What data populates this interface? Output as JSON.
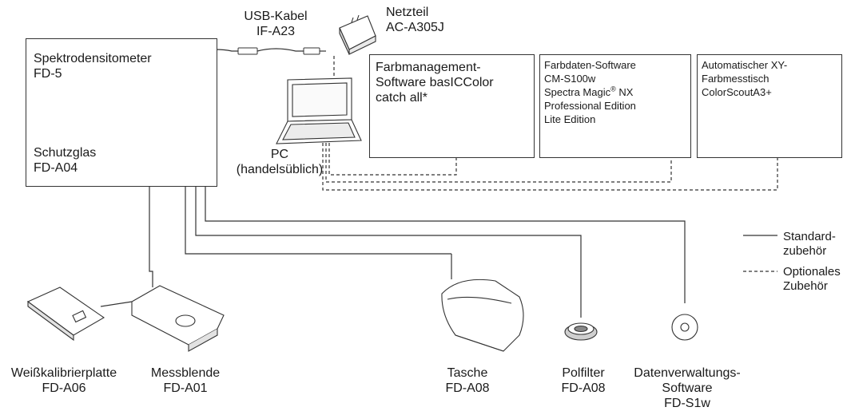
{
  "usb_cable": {
    "line1": "USB-Kabel",
    "line2": "IF-A23"
  },
  "ac_adapter": {
    "line1": "Netzteil",
    "line2": "AC-A305J"
  },
  "spectro": {
    "line1": "Spektrodensitometer",
    "line2": "FD-5"
  },
  "protective_glass": {
    "line1": "Schutzglas",
    "line2": "FD-A04"
  },
  "pc": {
    "line1": "PC",
    "line2": "(handelsüblich)"
  },
  "basiccolor": {
    "line1": "Farbmanagement-",
    "line2": "Software basICColor",
    "line3": "catch all*"
  },
  "cms100w": {
    "line1": "Farbdaten-Software",
    "line2": "CM-S100w",
    "line3a": "Spectra Magic",
    "line3_reg": "®",
    "line3b": " NX",
    "line4": "Professional Edition",
    "line5": "Lite Edition"
  },
  "colorscout": {
    "line1": "Automatischer XY-",
    "line2": "Farbmesstisch",
    "line3": "ColorScoutA3+"
  },
  "legend": {
    "standard": {
      "line1": "Standard-",
      "line2": "zubehör"
    },
    "optional": {
      "line1": "Optionales",
      "line2": "Zubehör"
    }
  },
  "white_plate": {
    "line1": "Weißkalibrierplatte",
    "line2": "FD-A06"
  },
  "aperture": {
    "line1": "Messblende",
    "line2": "FD-A01"
  },
  "case": {
    "line1": "Tasche",
    "line2": "FD-A08"
  },
  "polfilter": {
    "line1": "Polfilter",
    "line2": "FD-A08"
  },
  "data_software": {
    "line1": "Datenverwaltungs-",
    "line2": "Software",
    "line3": "FD-S1w"
  }
}
